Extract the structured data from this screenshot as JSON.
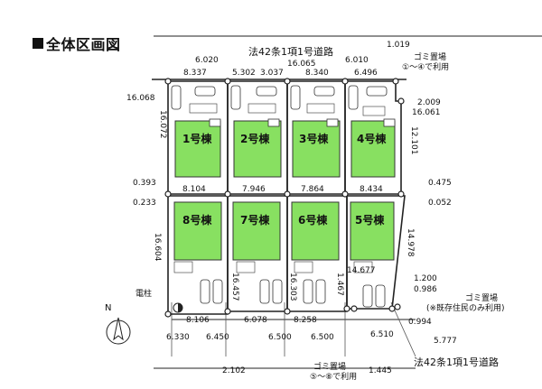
{
  "title": "全体区画図",
  "road_label": "法42条1項1号道路",
  "pole_label": "電柱",
  "north_label": "N",
  "garbage": [
    {
      "label": "ゴミ置場",
      "note": "①～④で利用"
    },
    {
      "label": "ゴミ置場",
      "note": "(※既存住民のみ利用)"
    },
    {
      "label": "ゴミ置場",
      "note": "⑤～⑧で利用"
    }
  ],
  "lots": [
    {
      "label": "1号棟"
    },
    {
      "label": "2号棟"
    },
    {
      "label": "3号棟"
    },
    {
      "label": "4号棟"
    },
    {
      "label": "8号棟"
    },
    {
      "label": "7号棟"
    },
    {
      "label": "6号棟"
    },
    {
      "label": "5号棟"
    }
  ],
  "dimensions": {
    "top_1": "6.020",
    "top_2": "16.065",
    "top_3": "6.010",
    "top_4": "1.019",
    "top_lot1": "8.337",
    "top_lot2a": "5.302",
    "top_lot2b": "3.037",
    "top_lot3": "8.340",
    "top_lot4": "6.496",
    "left_top_corner": "16.068",
    "right_2009": "2.009",
    "right_16061": "16.061",
    "left_lot1": "16.072",
    "right_lot4": "12.101",
    "mid_left_a": "0.393",
    "mid_right_a": "0.475",
    "mid_left_b": "0.233",
    "mid_right_b": "0.052",
    "mid_1": "8.104",
    "mid_2": "7.946",
    "mid_3": "7.864",
    "mid_4": "8.434",
    "left_lot8": "16.604",
    "right_lot5": "14.978",
    "lot7_side": "16.457",
    "lot6_side": "16.303",
    "lot5_side": "1.467",
    "lot5_top": "14.677",
    "r_1200": "1.200",
    "r_0986": "0.986",
    "r_0994": "0.994",
    "b_lot8": "8.106",
    "b_lot7": "6.078",
    "b_lot6": "8.258",
    "b_6330": "6.330",
    "b_6450": "6.450",
    "b_6500a": "6.500",
    "b_6500b": "6.500",
    "b_6510": "6.510",
    "b_5777": "5.777",
    "b_2102": "2.102",
    "b_1445": "1.445"
  }
}
